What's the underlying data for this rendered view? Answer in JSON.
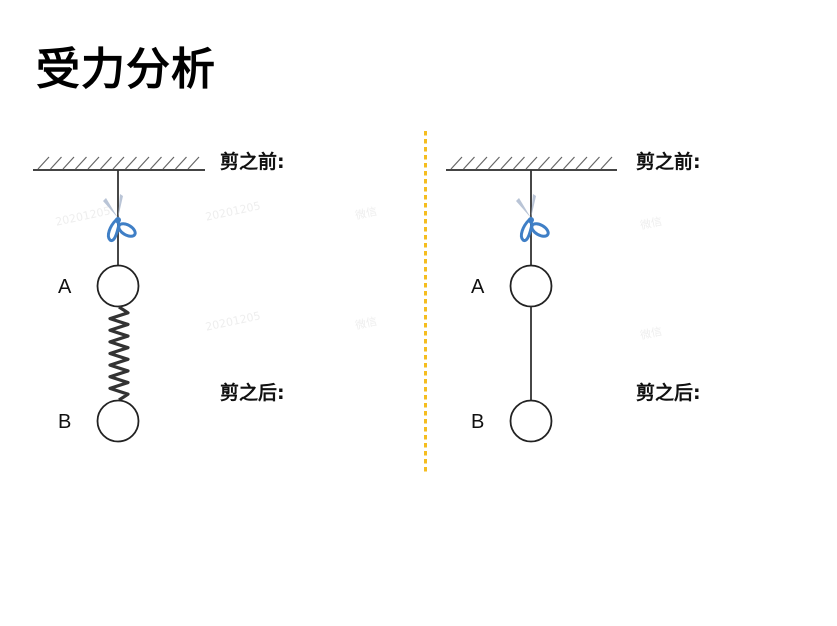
{
  "title": "受力分析",
  "left_panel": {
    "before_label": "剪之前:",
    "after_label": "剪之后:",
    "ball_a": "A",
    "ball_b": "B",
    "connector": "spring"
  },
  "right_panel": {
    "before_label": "剪之前:",
    "after_label": "剪之后:",
    "ball_a": "A",
    "ball_b": "B",
    "connector": "rope"
  },
  "colors": {
    "divider": "#f5bd1f",
    "scissors": "#3f7fc6",
    "scissors_blade": "#b9c4d6",
    "line": "#333333"
  },
  "icons": {
    "scissors": "scissors-icon",
    "ceiling": "ceiling-hatch-icon"
  }
}
